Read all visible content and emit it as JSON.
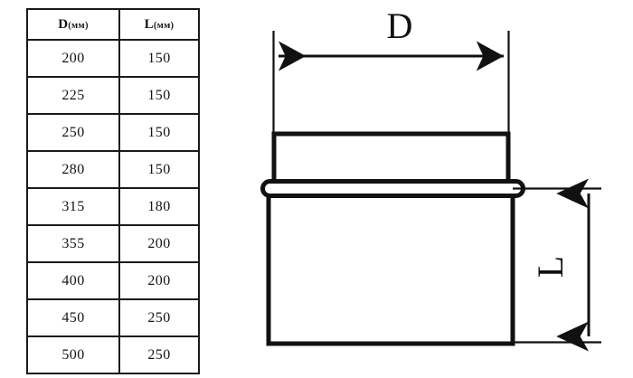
{
  "table": {
    "columns": [
      {
        "symbol": "D",
        "unit": "(мм)"
      },
      {
        "symbol": "L",
        "unit": "(мм)"
      }
    ],
    "rows": [
      {
        "d": "200",
        "l": "150"
      },
      {
        "d": "225",
        "l": "150"
      },
      {
        "d": "250",
        "l": "150"
      },
      {
        "d": "280",
        "l": "150"
      },
      {
        "d": "315",
        "l": "180"
      },
      {
        "d": "355",
        "l": "200"
      },
      {
        "d": "400",
        "l": "200"
      },
      {
        "d": "450",
        "l": "250"
      },
      {
        "d": "500",
        "l": "250"
      }
    ]
  },
  "drawing": {
    "diameter_label": "D",
    "length_label": "L",
    "colors": {
      "line": "#111111",
      "background": "#ffffff"
    }
  }
}
